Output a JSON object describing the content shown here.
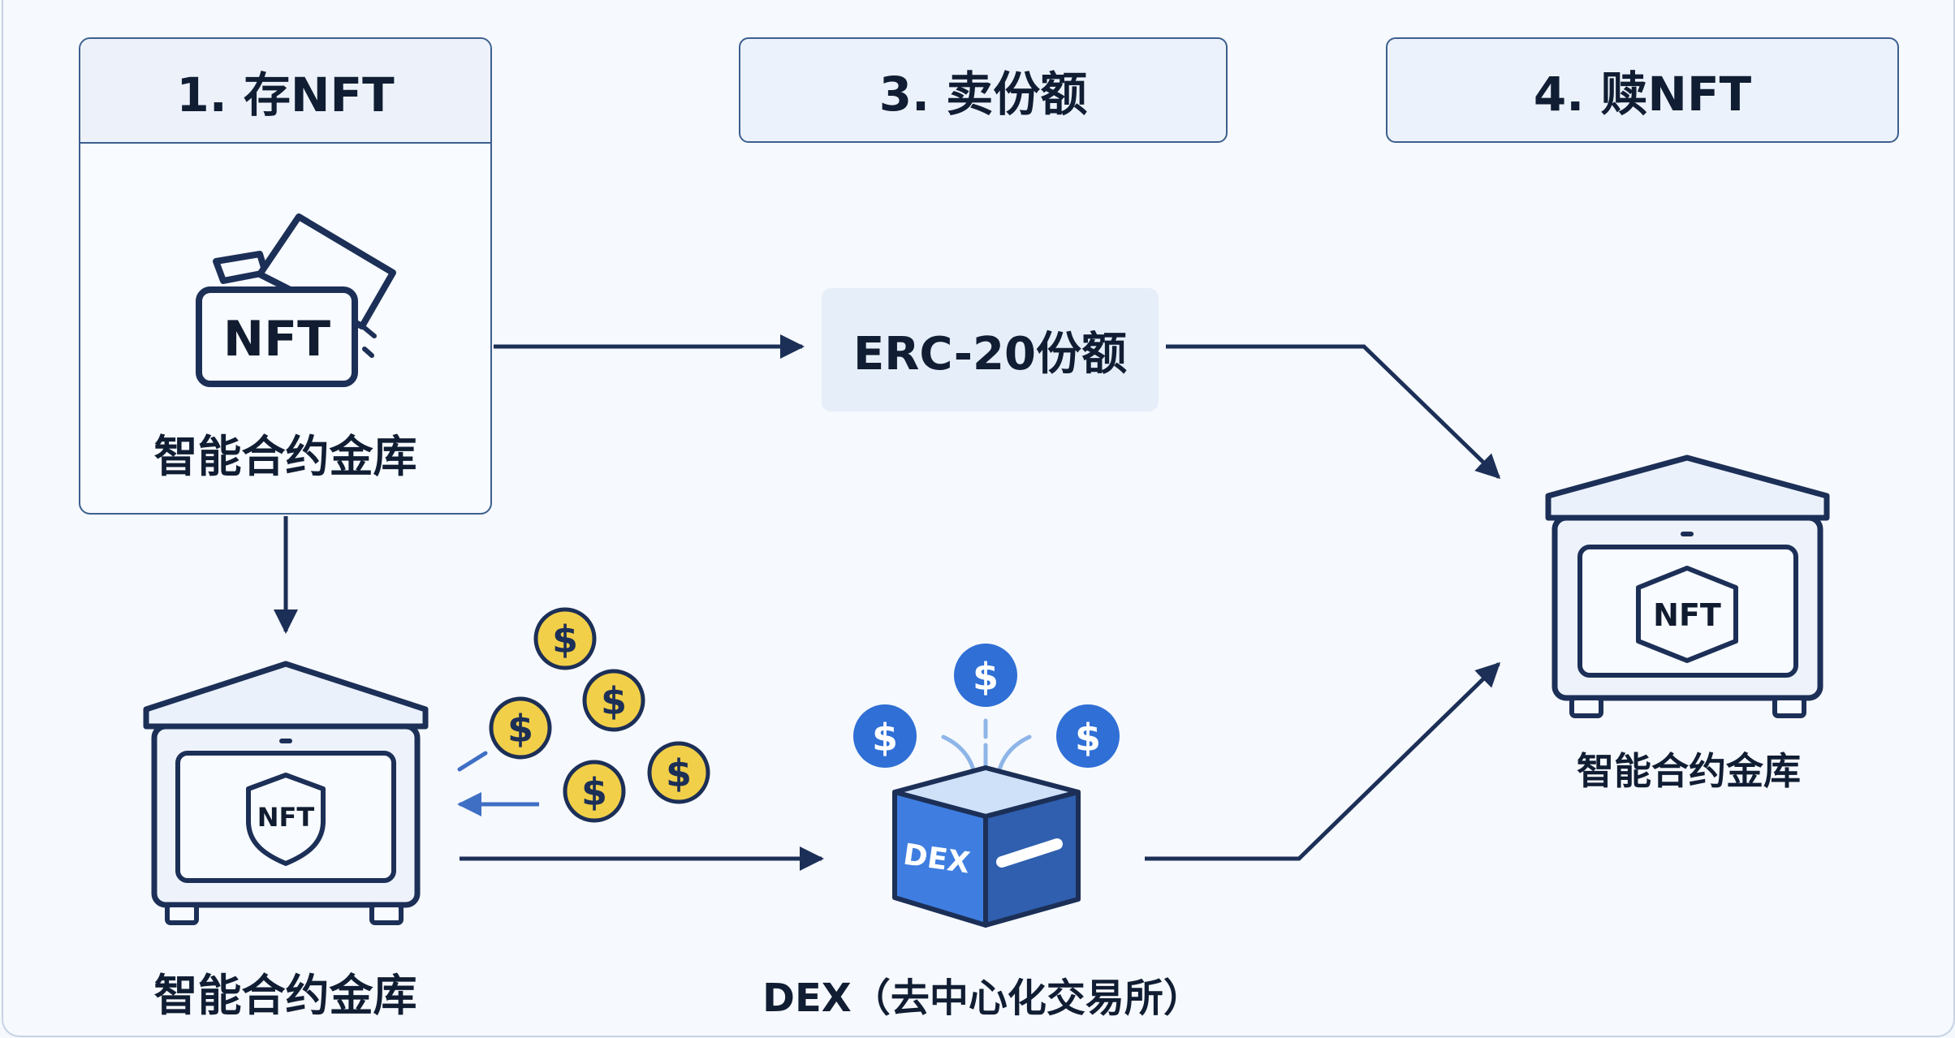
{
  "steps": {
    "step1": "1. 存NFT",
    "step3": "3. 卖份额",
    "step4": "4. 赎NFT"
  },
  "labels": {
    "card_vault": "智能合约金库",
    "left_vault": "智能合约金库",
    "right_vault": "智能合约金库",
    "erc_shares": "ERC-20份额",
    "dex": "DEX（去中心化交易所）"
  },
  "icons": {
    "nft_card_text": "NFT",
    "left_shield_text": "NFT",
    "right_hex_text": "NFT",
    "dex_box_text": "DEX",
    "coin_symbol": "$"
  },
  "colors": {
    "navy": "#1c2f57",
    "blue": "#2f6fd6",
    "gold": "#f2cf48",
    "vault_fill": "#eaf1fb"
  }
}
